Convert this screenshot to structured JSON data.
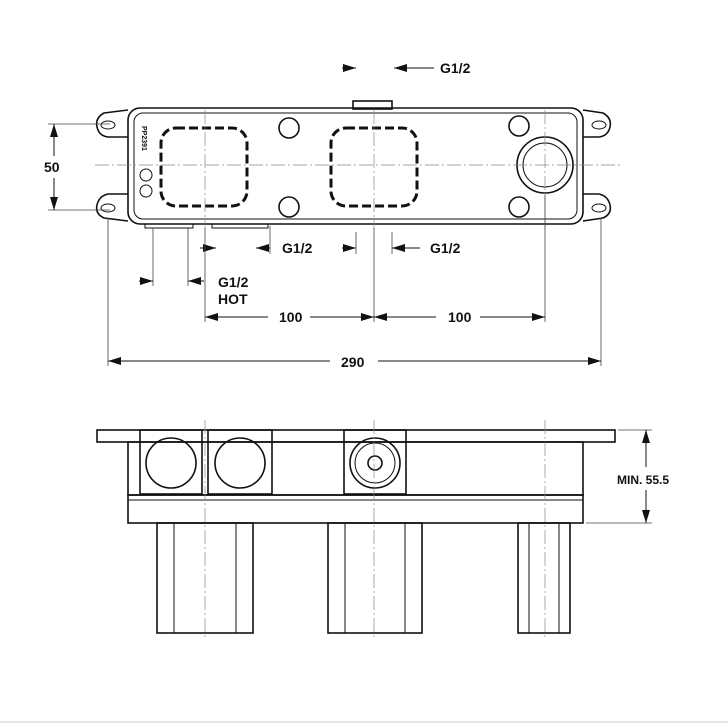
{
  "top_view": {
    "part_code": "PP2391",
    "label_g12_top": "G1/2",
    "label_g12_mid_left": "G1/2",
    "label_g12_mid_right": "G1/2",
    "label_g12_hot_line1": "G1/2",
    "label_g12_hot_line2": "HOT",
    "dim_height": "50",
    "dim_spacing_left": "100",
    "dim_spacing_right": "100",
    "dim_overall_width": "290"
  },
  "side_view": {
    "dim_min_depth": "MIN. 55.5"
  }
}
